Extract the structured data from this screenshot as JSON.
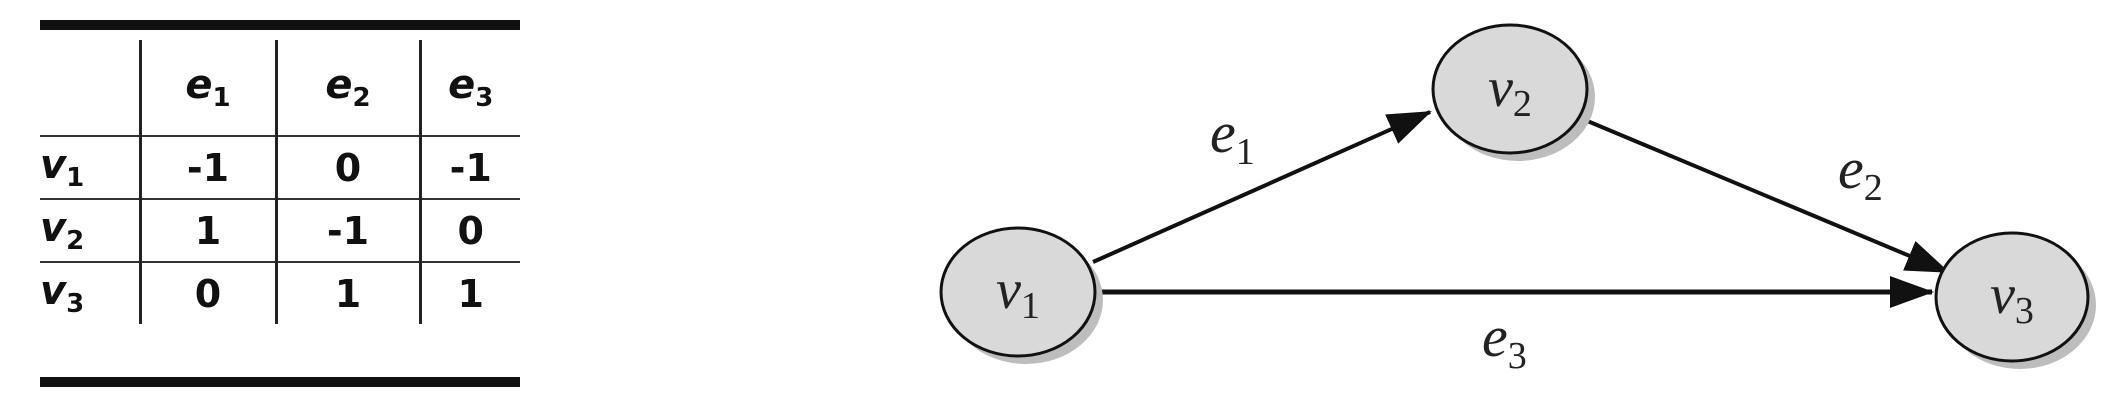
{
  "incidence_matrix": {
    "columns": [
      {
        "base": "e",
        "sub": "1"
      },
      {
        "base": "e",
        "sub": "2"
      },
      {
        "base": "e",
        "sub": "3"
      }
    ],
    "rows": [
      {
        "label": {
          "base": "v",
          "sub": "1"
        },
        "values": [
          "-1",
          "0",
          "-1"
        ]
      },
      {
        "label": {
          "base": "v",
          "sub": "2"
        },
        "values": [
          "1",
          "-1",
          "0"
        ]
      },
      {
        "label": {
          "base": "v",
          "sub": "3"
        },
        "values": [
          "0",
          "1",
          "1"
        ]
      }
    ]
  },
  "graph": {
    "nodes": [
      {
        "id": "v1",
        "base": "v",
        "sub": "1"
      },
      {
        "id": "v2",
        "base": "v",
        "sub": "2"
      },
      {
        "id": "v3",
        "base": "v",
        "sub": "3"
      }
    ],
    "edges": [
      {
        "id": "e1",
        "from": "v1",
        "to": "v2",
        "base": "e",
        "sub": "1"
      },
      {
        "id": "e2",
        "from": "v2",
        "to": "v3",
        "base": "e",
        "sub": "2"
      },
      {
        "id": "e3",
        "from": "v1",
        "to": "v3",
        "base": "e",
        "sub": "3"
      }
    ],
    "colors": {
      "node_fill": "#d9d9d9",
      "node_shadow": "#bdbdbd",
      "stroke": "#111111"
    }
  }
}
